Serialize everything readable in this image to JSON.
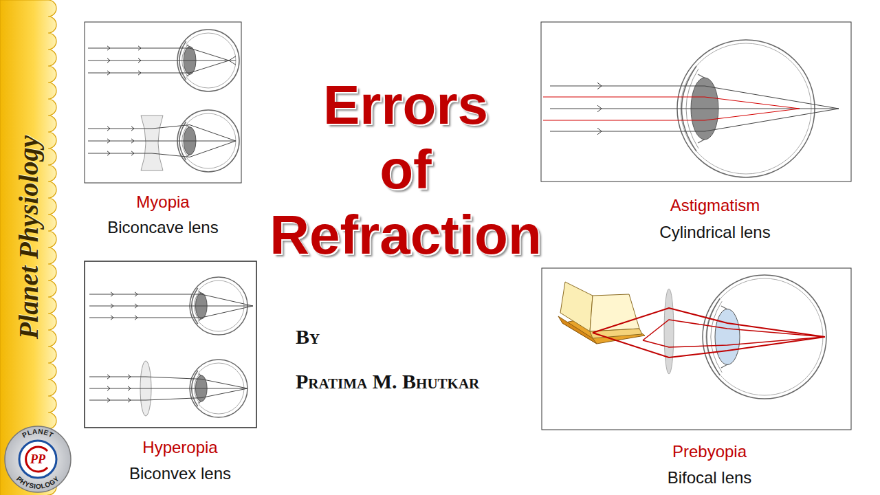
{
  "diagram": {
    "title": "Errors of Refraction",
    "labels": [
      "Planet Physiology",
      "Myopia",
      "Biconcave lens",
      "Astigmatism",
      "Cylindrical lens",
      "Hyperopia",
      "Biconvex lens",
      "Prebyopia",
      "Bifocal lens",
      "By",
      "Pratima M. Bhutkar",
      "PLANET",
      "PHYSIOLOGY",
      "PP"
    ]
  }
}
